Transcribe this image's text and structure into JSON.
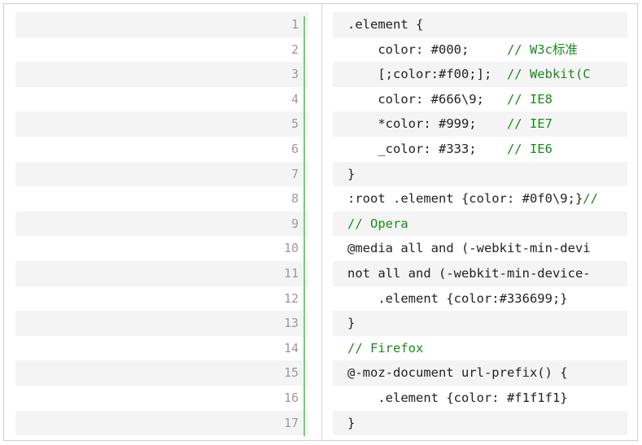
{
  "lines": [
    {
      "n": "1",
      "code": ".element {",
      "comment": ""
    },
    {
      "n": "2",
      "code": "    color: #000;     ",
      "comment": "// W3c标准"
    },
    {
      "n": "3",
      "code": "    [;color:#f00;];  ",
      "comment": "// Webkit(C"
    },
    {
      "n": "4",
      "code": "    color: #666\\9;   ",
      "comment": "// IE8"
    },
    {
      "n": "5",
      "code": "    *color: #999;    ",
      "comment": "// IE7"
    },
    {
      "n": "6",
      "code": "    _color: #333;    ",
      "comment": "// IE6"
    },
    {
      "n": "7",
      "code": "}",
      "comment": ""
    },
    {
      "n": "8",
      "code": ":root .element {color: #0f0\\9;}",
      "comment": "//"
    },
    {
      "n": "9",
      "code": "",
      "comment": "// Opera"
    },
    {
      "n": "10",
      "code": "@media all and (-webkit-min-devi",
      "comment": ""
    },
    {
      "n": "11",
      "code": "not all and (-webkit-min-device-",
      "comment": ""
    },
    {
      "n": "12",
      "code": "    .element {color:#336699;}",
      "comment": ""
    },
    {
      "n": "13",
      "code": "}",
      "comment": ""
    },
    {
      "n": "14",
      "code": "",
      "comment": "// Firefox"
    },
    {
      "n": "15",
      "code": "@-moz-document url-prefix() {",
      "comment": ""
    },
    {
      "n": "16",
      "code": "    .element {color: #f1f1f1}",
      "comment": ""
    },
    {
      "n": "17",
      "code": "}",
      "comment": ""
    }
  ],
  "colors": {
    "comment": "#1a8a1a",
    "gutter_accent": "#6ad36a",
    "row_stripe": "#f4f4f4"
  }
}
